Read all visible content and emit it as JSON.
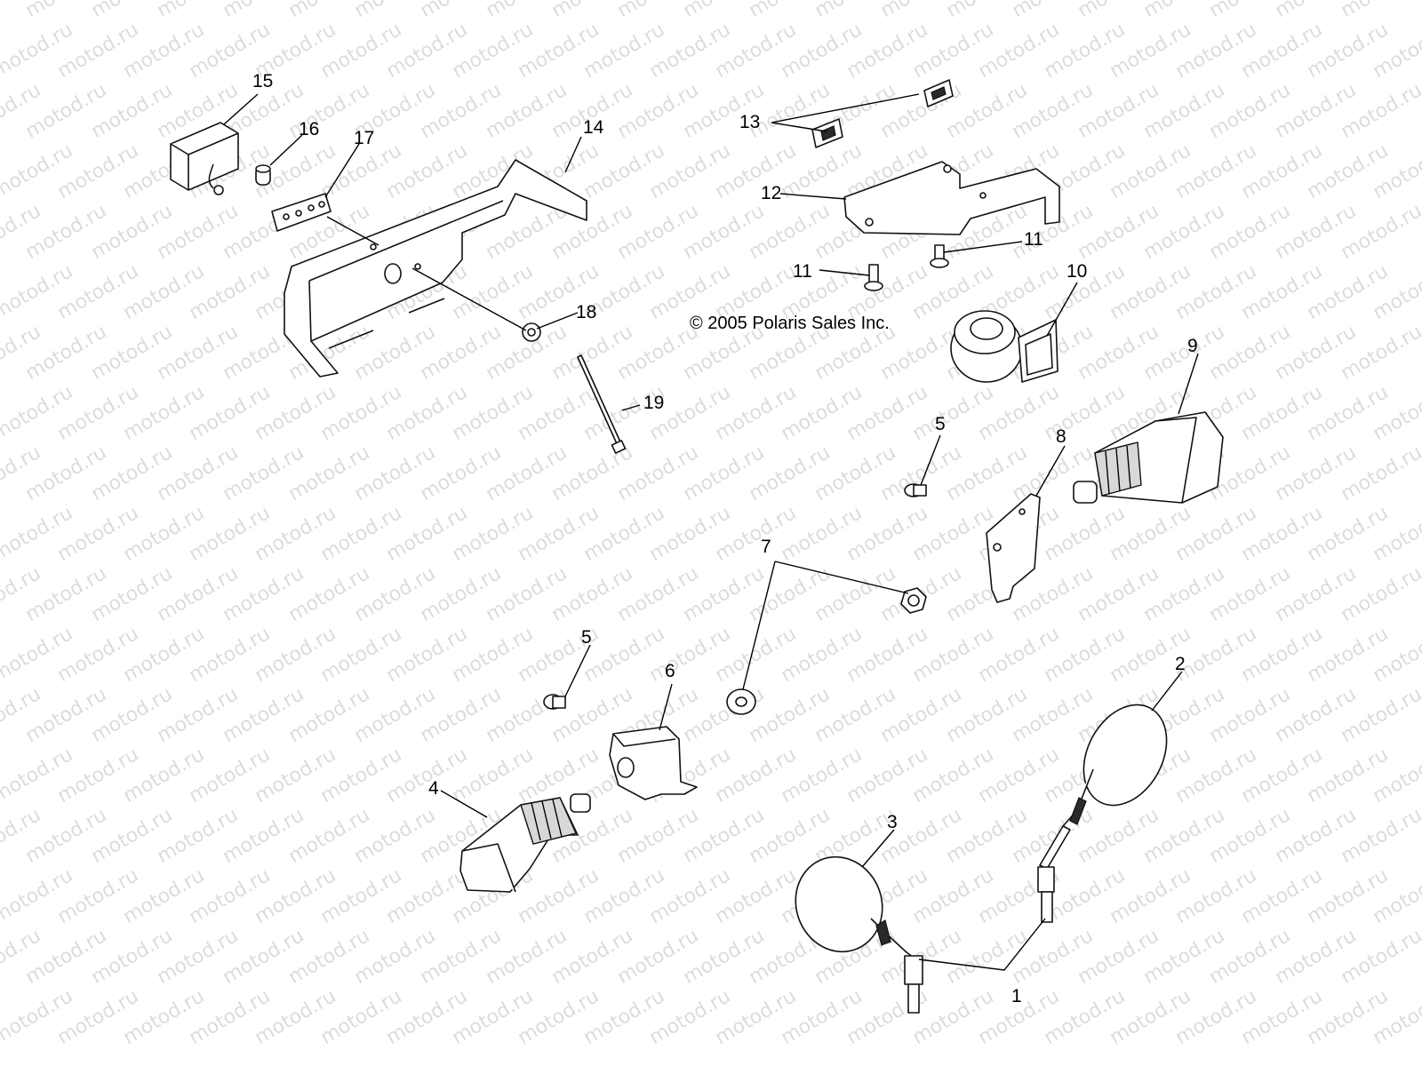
{
  "watermark": "motod.ru",
  "copyright": "© 2005 Polaris Sales Inc.",
  "callouts": [
    "1",
    "2",
    "3",
    "4",
    "5",
    "5",
    "6",
    "7",
    "8",
    "9",
    "10",
    "11",
    "11",
    "12",
    "13",
    "14",
    "15",
    "16",
    "17",
    "18",
    "19"
  ]
}
